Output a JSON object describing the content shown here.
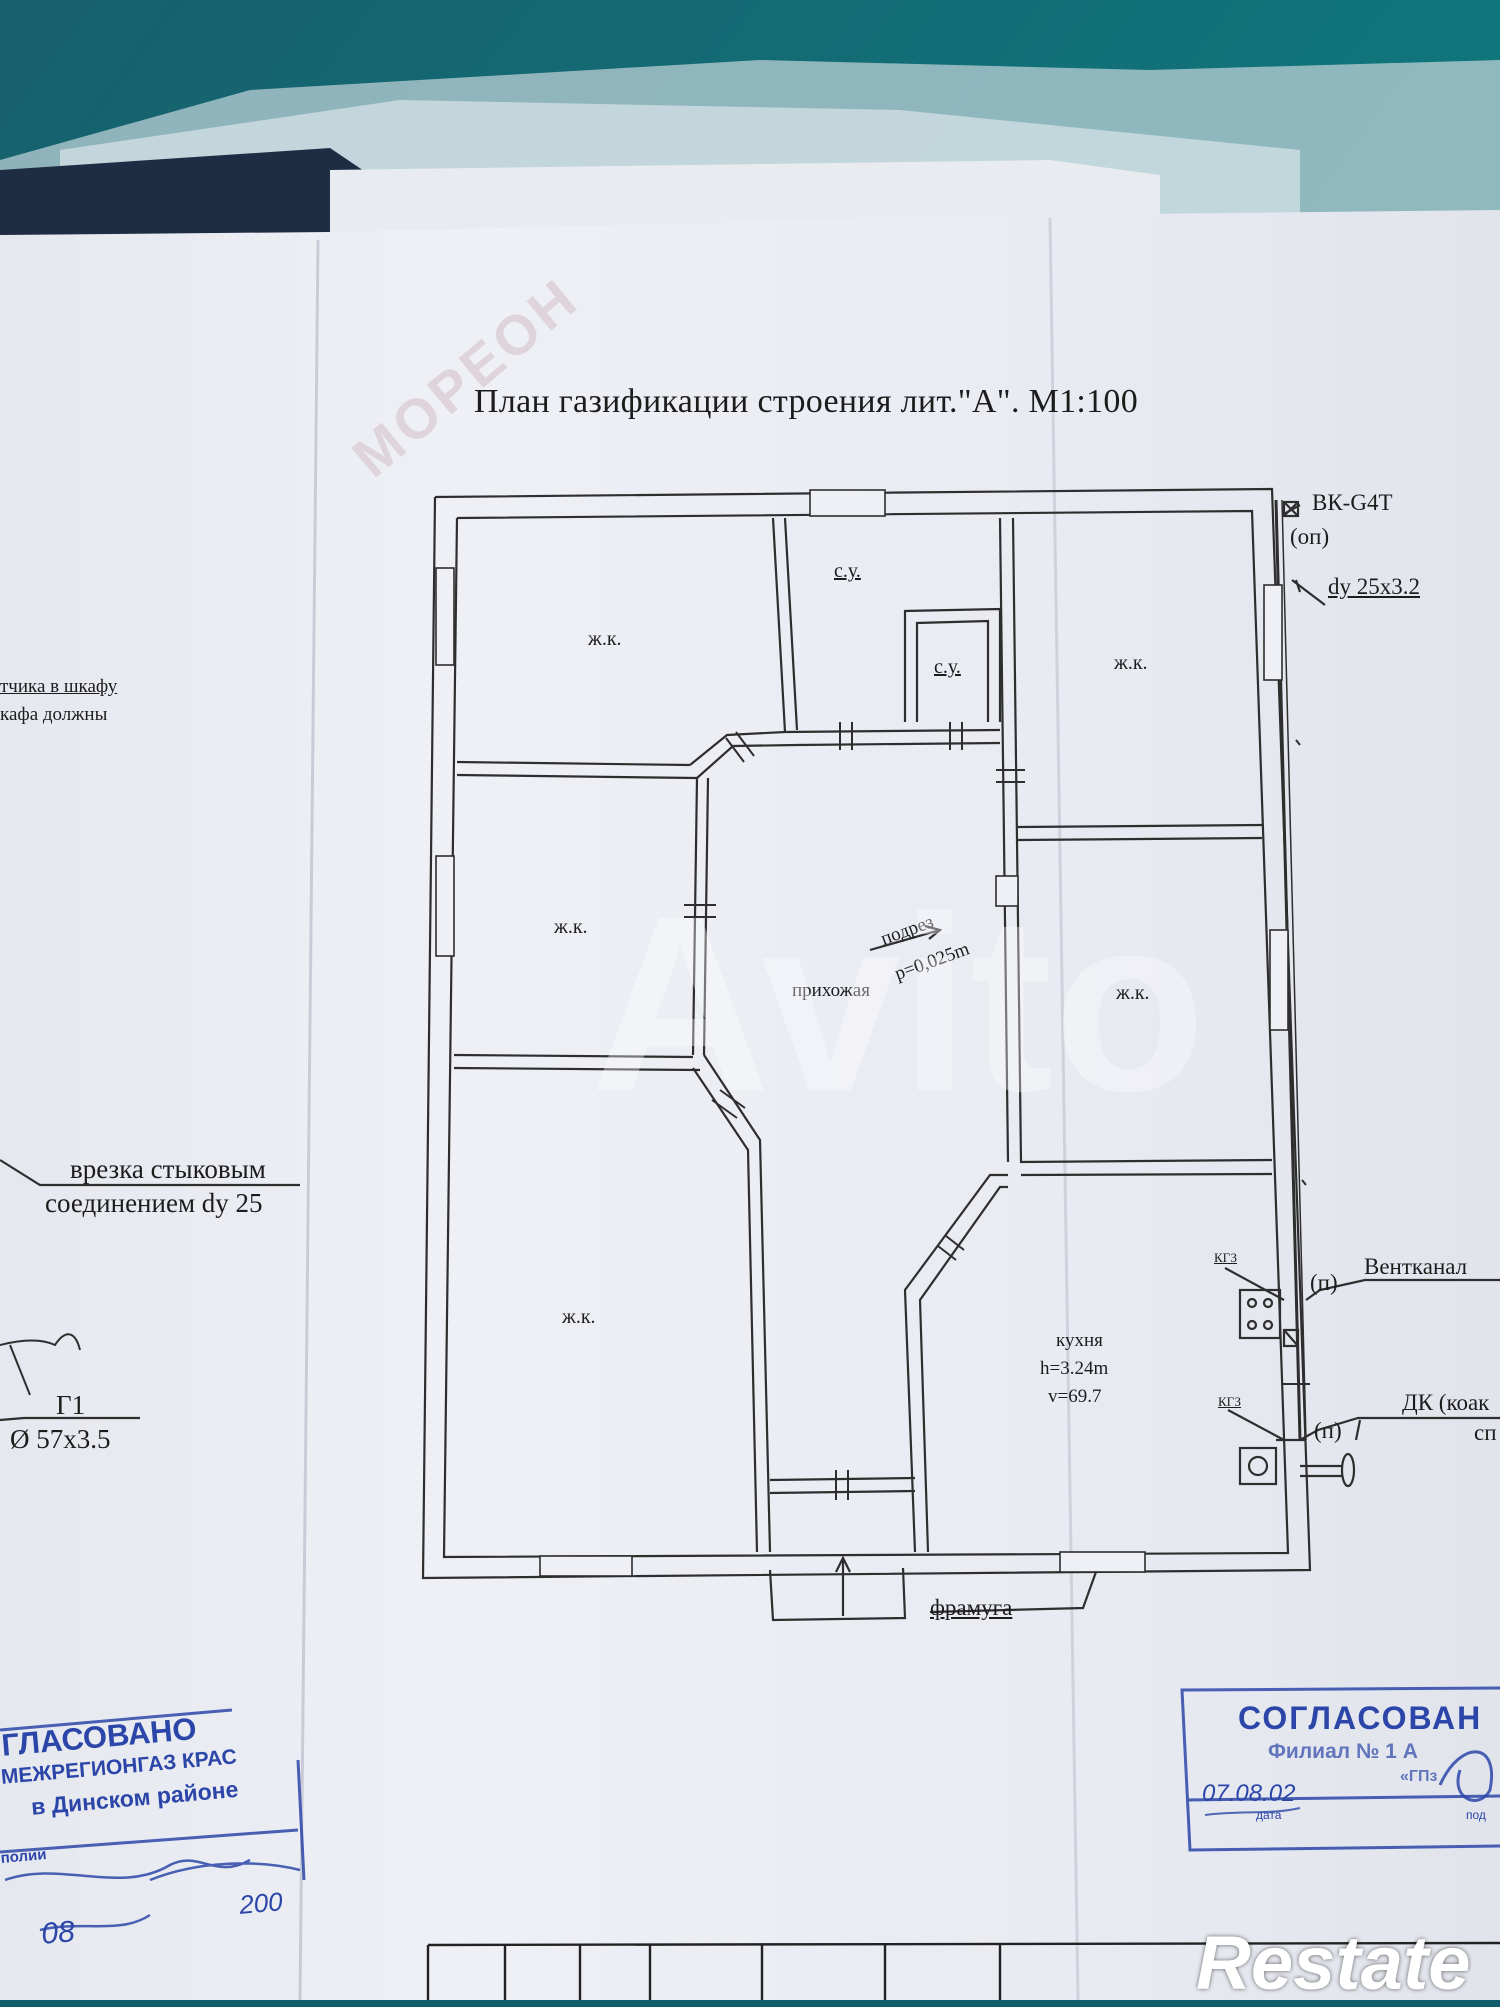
{
  "title": "План газификации строения лит.\"А\". М1:100",
  "rooms": {
    "room_top_left": "ж.к.",
    "bathroom_1": "с.у.",
    "bathroom_2": "с.у.",
    "room_top_right": "ж.к.",
    "room_mid_left": "ж.к.",
    "hallway": "прихожая",
    "room_mid_right": "ж.к.",
    "room_bottom_left": "ж.к.",
    "kitchen": "кухня",
    "kitchen_height": "h=3.24m",
    "kitchen_volume": "v=69.7"
  },
  "annotations": {
    "meter": "ВК-G4T",
    "meter_sub": "(оп)",
    "pipe_size": "dy 25x3.2",
    "pressure_1": "подрез",
    "pressure_2": "р=0,025m",
    "ventkanal": "Вентканал",
    "p_mark_1": "(п)",
    "p_mark_2": "(п)",
    "kgz_1": "КГЗ",
    "kgz_2": "КГЗ",
    "dk": "ДК (коак",
    "dk_sub": "сп",
    "framuga": "фрамуга"
  },
  "left_notes": {
    "line1": "тчика в шкафу",
    "line2": "кафа должны",
    "cut_in_1": "врезка стыковым",
    "cut_in_2": "соединением dy 25",
    "g1": "Г1",
    "g1_size": "Ø 57x3.5"
  },
  "stamps": {
    "left_1": "ГЛАСОВАНО",
    "left_2": "МЕЖРЕГИОНГАЗ КРАС",
    "left_3": "в Динском районе",
    "left_4": "полии",
    "left_date": "08",
    "left_year": "200",
    "right_1": "СОГЛАСОВАН",
    "right_2": "Филиал № 1 А",
    "right_3": "«ГПз",
    "right_date": "07.08.02",
    "right_label_1": "дата",
    "right_label_2": "под"
  },
  "watermarks": {
    "avito": "Avito",
    "moreon": "МОРЕОН",
    "restate": "Restate"
  },
  "colors": {
    "paper": "#eceef4",
    "ink": "#2a2a2a",
    "stamp": "#2b46a8",
    "backdrop": "#0f5d6b"
  }
}
